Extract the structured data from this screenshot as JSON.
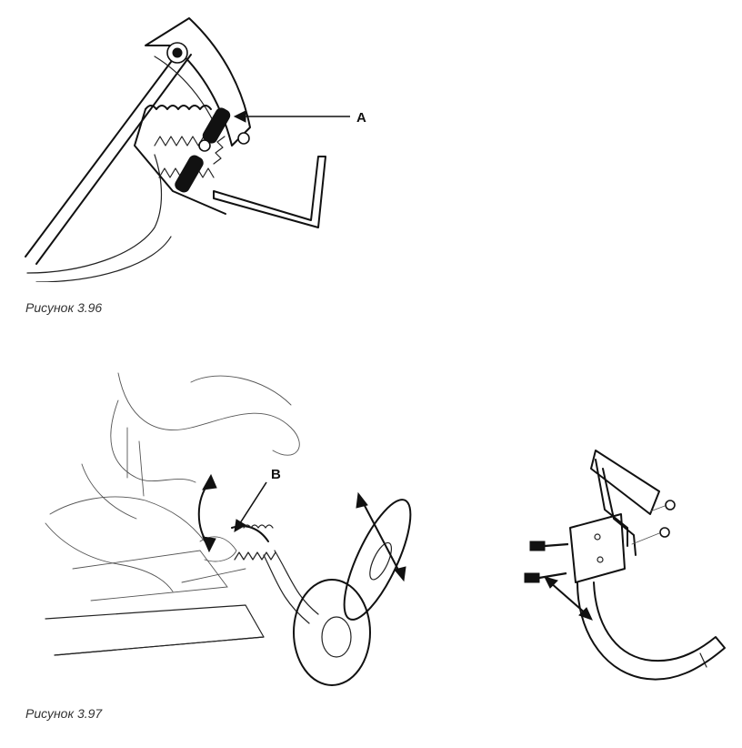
{
  "figures": [
    {
      "id": "3.96",
      "caption": "Рисунок 3.96",
      "callout": "A"
    },
    {
      "id": "3.97",
      "caption": "Рисунок 3.97",
      "callout": "B"
    }
  ]
}
